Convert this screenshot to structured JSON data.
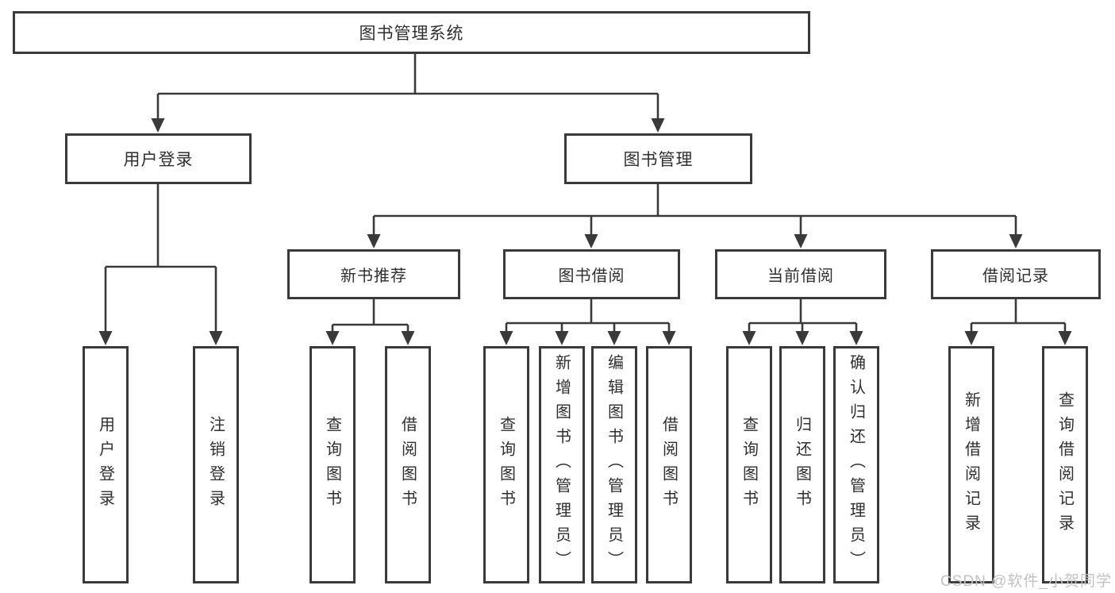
{
  "root": {
    "label": "图书管理系统"
  },
  "branches": [
    {
      "label": "用户登录",
      "children": [
        "用户登录",
        "注销登录"
      ]
    },
    {
      "label": "图书管理",
      "children": [
        {
          "label": "新书推荐",
          "children": [
            "查询图书",
            "借阅图书"
          ]
        },
        {
          "label": "图书借阅",
          "children": [
            "查询图书",
            "新增图书（管理员）",
            "编辑图书（管理员）",
            "借阅图书"
          ]
        },
        {
          "label": "当前借阅",
          "children": [
            "查询图书",
            "归还图书",
            "确认归还（管理员）"
          ]
        },
        {
          "label": "借阅记录",
          "children": [
            "新增借阅记录",
            "查询借阅记录"
          ]
        }
      ]
    }
  ],
  "watermark": "CSDN @软件_小贺同学",
  "colors": {
    "line": "#3a3a3a",
    "border": "#3a3a3a",
    "text": "#2f2f2f",
    "background": "#ffffff",
    "watermark": "#c2c2c2"
  }
}
